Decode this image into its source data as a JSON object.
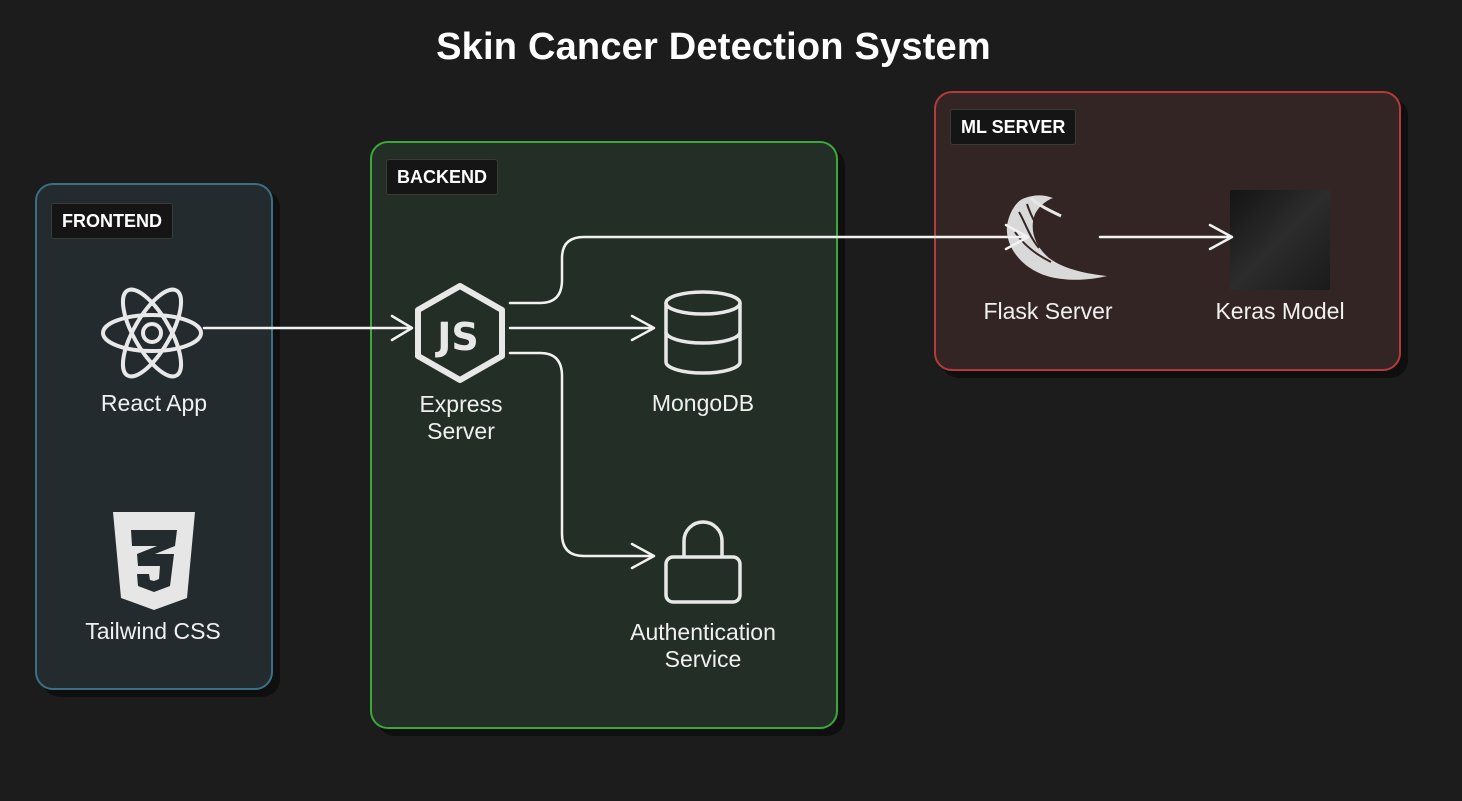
{
  "title": "Skin Cancer Detection System",
  "groups": {
    "frontend": "FRONTEND",
    "backend": "BACKEND",
    "ml_server": "ML SERVER"
  },
  "nodes": {
    "react": {
      "label": "React App",
      "icon": "react-icon"
    },
    "tailwind": {
      "label": "Tailwind CSS",
      "icon": "css3-icon"
    },
    "express": {
      "label_line1": "Express",
      "label_line2": "Server",
      "icon": "nodejs-icon"
    },
    "mongodb": {
      "label": "MongoDB",
      "icon": "database-icon"
    },
    "auth": {
      "label_line1": "Authentication",
      "label_line2": "Service",
      "icon": "lock-icon"
    },
    "flask": {
      "label": "Flask Server",
      "icon": "flask-icon"
    },
    "keras": {
      "label": "Keras Model",
      "icon": "keras-icon"
    }
  },
  "colors": {
    "background": "#1c1c1c",
    "frontend_border": "#3a6f84",
    "backend_border": "#3aa83a",
    "ml_border": "#b73a3a",
    "edge": "#f2f2f2"
  }
}
